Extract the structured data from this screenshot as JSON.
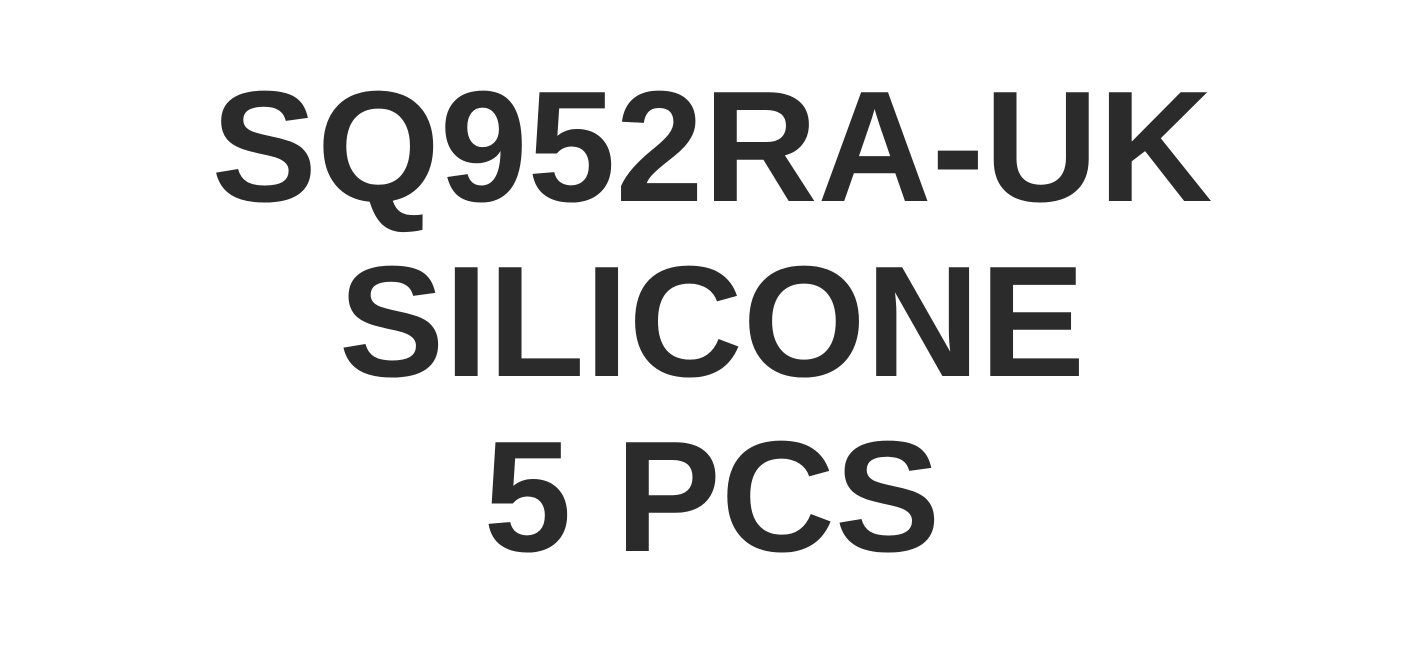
{
  "label": {
    "part_number": "SQ952RA-UK",
    "material": "SILICONE",
    "quantity": "5 PCS"
  },
  "colors": {
    "text": "#2b2b2b",
    "background": "#ffffff"
  }
}
